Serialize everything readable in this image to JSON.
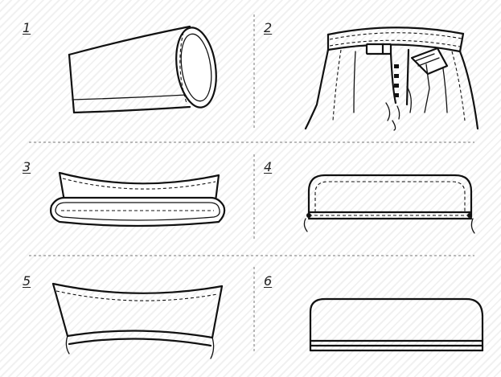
{
  "panels": [
    {
      "number": "1",
      "subject": "folded-band-tube"
    },
    {
      "number": "2",
      "subject": "trouser-waistband-front"
    },
    {
      "number": "3",
      "subject": "curved-band-folded-edge"
    },
    {
      "number": "4",
      "subject": "band-stitched-flat"
    },
    {
      "number": "5",
      "subject": "curved-band-cut-piece"
    },
    {
      "number": "6",
      "subject": "band-finished"
    }
  ],
  "colors": {
    "line": "#111111",
    "background": "#ffffff",
    "hatch": "#f1f1f1",
    "divider": "#777777"
  },
  "icons": [
    "button-icon"
  ]
}
